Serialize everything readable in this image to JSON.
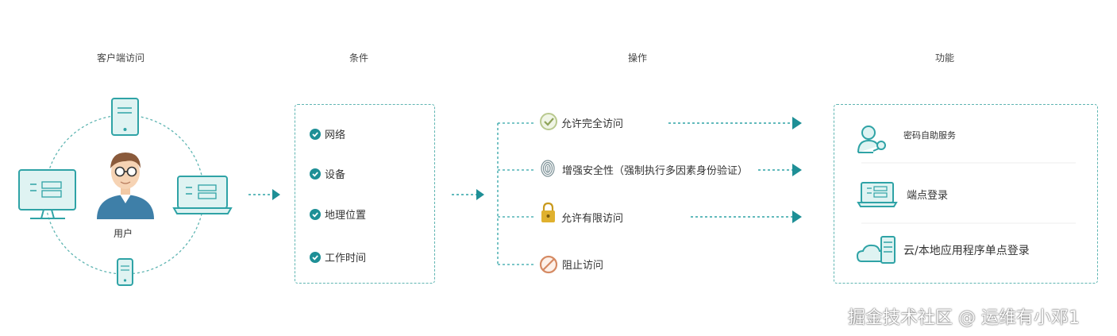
{
  "columns": {
    "client": "客户端访问",
    "conditions": "条件",
    "actions": "操作",
    "features": "功能"
  },
  "client": {
    "user_label": "用户",
    "devices": [
      "tablet-icon",
      "laptop-icon",
      "phone-icon",
      "desktop-monitor-icon"
    ]
  },
  "conditions": [
    "网络",
    "设备",
    "地理位置",
    "工作时间"
  ],
  "actions": [
    {
      "label": "允许完全访问",
      "icon": "check-circle-icon"
    },
    {
      "label": "增强安全性（强制执行多因素身份验证）",
      "icon": "fingerprint-icon"
    },
    {
      "label": "允许有限访问",
      "icon": "padlock-icon"
    },
    {
      "label": "阻止访问",
      "icon": "block-icon"
    }
  ],
  "features": [
    {
      "label": "密码自助服务",
      "icon": "user-key-icon"
    },
    {
      "label": "端点登录",
      "icon": "laptop-icon"
    },
    {
      "label": "云/本地应用程序单点登录",
      "icon": "cloud-server-icon"
    }
  ],
  "watermark": "掘金技术社区 @ 运维有小邓1",
  "colors": {
    "accent": "#1e8f96",
    "dashed": "#5fb5b2",
    "icon_fill": "#dff3f2"
  }
}
